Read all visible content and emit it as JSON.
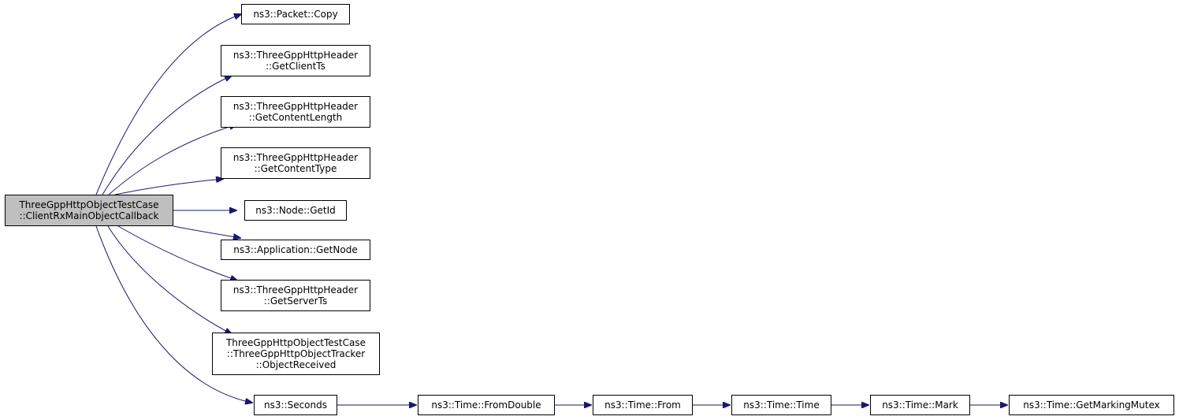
{
  "graph": {
    "root": {
      "line1": "ThreeGppHttpObjectTestCase",
      "line2": "::ClientRxMainObjectCallback"
    },
    "callees": [
      {
        "line1": "ns3::Packet::Copy"
      },
      {
        "line1": "ns3::ThreeGppHttpHeader",
        "line2": "::GetClientTs"
      },
      {
        "line1": "ns3::ThreeGppHttpHeader",
        "line2": "::GetContentLength"
      },
      {
        "line1": "ns3::ThreeGppHttpHeader",
        "line2": "::GetContentType"
      },
      {
        "line1": "ns3::Node::GetId"
      },
      {
        "line1": "ns3::Application::GetNode"
      },
      {
        "line1": "ns3::ThreeGppHttpHeader",
        "line2": "::GetServerTs"
      },
      {
        "line1": "ThreeGppHttpObjectTestCase",
        "line2": "::ThreeGppHttpObjectTracker",
        "line3": "::ObjectReceived"
      },
      {
        "line1": "ns3::Seconds"
      }
    ],
    "chain": [
      {
        "line1": "ns3::Time::FromDouble"
      },
      {
        "line1": "ns3::Time::From"
      },
      {
        "line1": "ns3::Time::Time"
      },
      {
        "line1": "ns3::Time::Mark"
      },
      {
        "line1": "ns3::Time::GetMarkingMutex"
      }
    ],
    "edge_color": "#191970"
  }
}
